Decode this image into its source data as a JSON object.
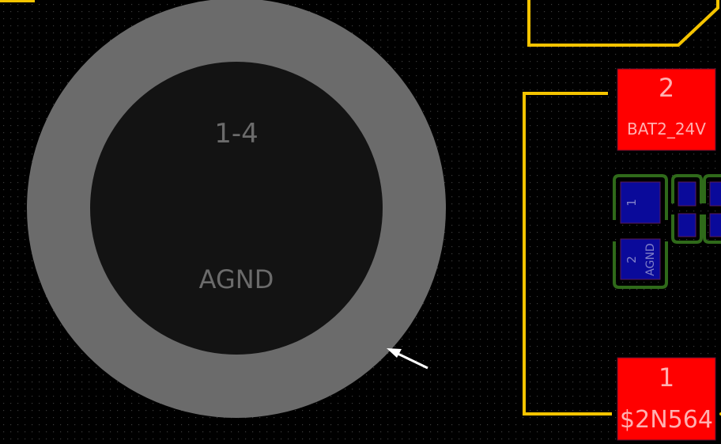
{
  "canvas": {
    "background": "#000000",
    "grid_color": "#3a3a3a",
    "colors": {
      "via_ring": "#6b6b6b",
      "via_hole": "#131313",
      "silkscreen": "#f5c400",
      "pad_top": "#ff0000",
      "pad_bottom": "#0a0a9a",
      "courtyard": "#2f6a1a"
    }
  },
  "mounting_hole": {
    "pad_number": "1-4",
    "net": "AGND"
  },
  "pads": [
    {
      "number": "2",
      "net": "BAT2_24V"
    },
    {
      "number": "1",
      "net": "$2N564"
    }
  ],
  "small_pads": [
    {
      "number": "1",
      "net": ""
    },
    {
      "number": "2",
      "net": "AGND"
    }
  ]
}
